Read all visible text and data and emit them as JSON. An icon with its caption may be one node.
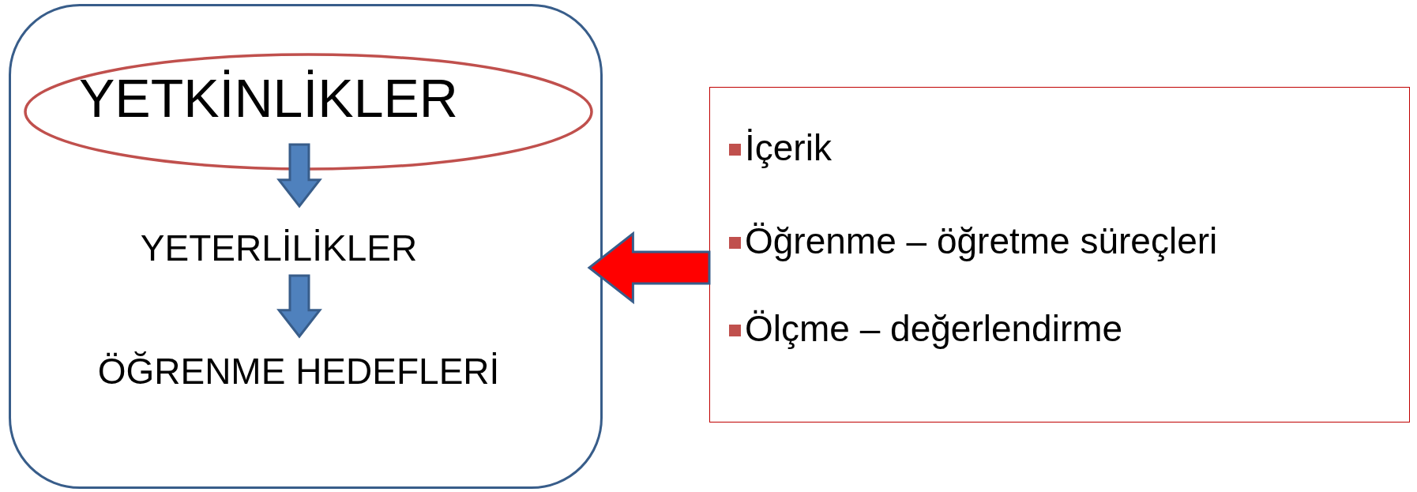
{
  "diagram": {
    "nodes": [
      {
        "text": [],
        "shape": "box"
      },
      {
        "text": [
          "YETKİNLİKLER"
        ],
        "in": 0
      },
      {
        "text": [
          "YETERLİLİKLER"
        ],
        "in": 0
      },
      {
        "text": [
          "ÖĞRENME HEDEFLERİ"
        ],
        "in": 0
      },
      {
        "text": [
          "İçerik",
          "Öğrenme – öğretme süreçleri",
          "Ölçme – değerlendirme"
        ]
      }
    ],
    "edges": [
      {
        "from": 1,
        "to": 2,
        "arrow": "to"
      },
      {
        "from": 2,
        "to": 3,
        "arrow": "to"
      },
      {
        "from": 4,
        "to": 0,
        "arrow": "to",
        "color": "#ff0000"
      }
    ]
  }
}
